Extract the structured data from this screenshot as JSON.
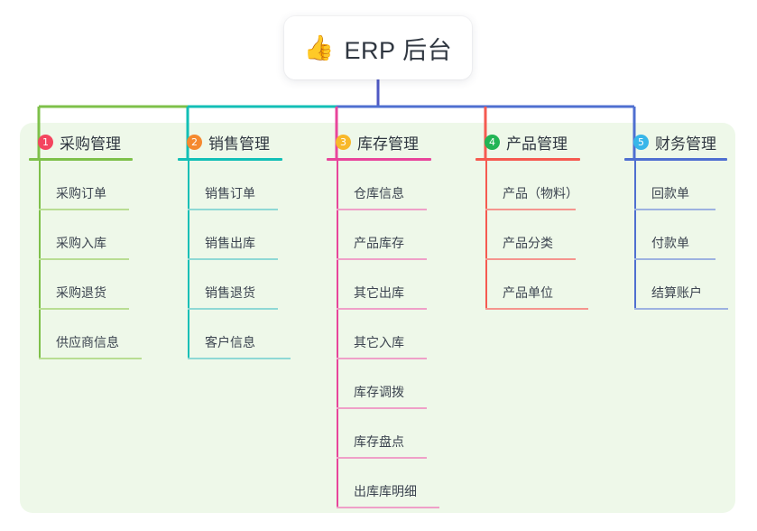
{
  "root": {
    "icon": "👍",
    "icon_name": "thumbs-up-icon",
    "label": "ERP 后台"
  },
  "theme": {
    "canvas_bg": "#eef8e9",
    "page_bg": "#ffffff",
    "text": "#2f3640",
    "root_stem": "#4f59c4"
  },
  "columns": [
    {
      "number": "1",
      "title": "采购管理",
      "badge_color": "#f4455f",
      "line_color": "#7ec04a",
      "item_line_color": "#b9dd93",
      "items": [
        "采购订单",
        "采购入库",
        "采购退货",
        "供应商信息"
      ]
    },
    {
      "number": "2",
      "title": "销售管理",
      "badge_color": "#f5892f",
      "line_color": "#12bfb6",
      "item_line_color": "#8fd9d5",
      "items": [
        "销售订单",
        "销售出库",
        "销售退货",
        "客户信息"
      ]
    },
    {
      "number": "3",
      "title": "库存管理",
      "badge_color": "#f8b82a",
      "line_color": "#e8459b",
      "item_line_color": "#efa0c8",
      "items": [
        "仓库信息",
        "产品库存",
        "其它出库",
        "其它入库",
        "库存调拨",
        "库存盘点",
        "出库库明细"
      ]
    },
    {
      "number": "4",
      "title": "产品管理",
      "badge_color": "#22b455",
      "line_color": "#f55a50",
      "item_line_color": "#f5958e",
      "items": [
        "产品（物料）",
        "产品分类",
        "产品单位"
      ]
    },
    {
      "number": "5",
      "title": "财务管理",
      "badge_color": "#37b6e9",
      "line_color": "#4f6fd0",
      "item_line_color": "#9db2e0",
      "items": [
        "回款单",
        "付款单",
        "结算账户"
      ]
    }
  ]
}
